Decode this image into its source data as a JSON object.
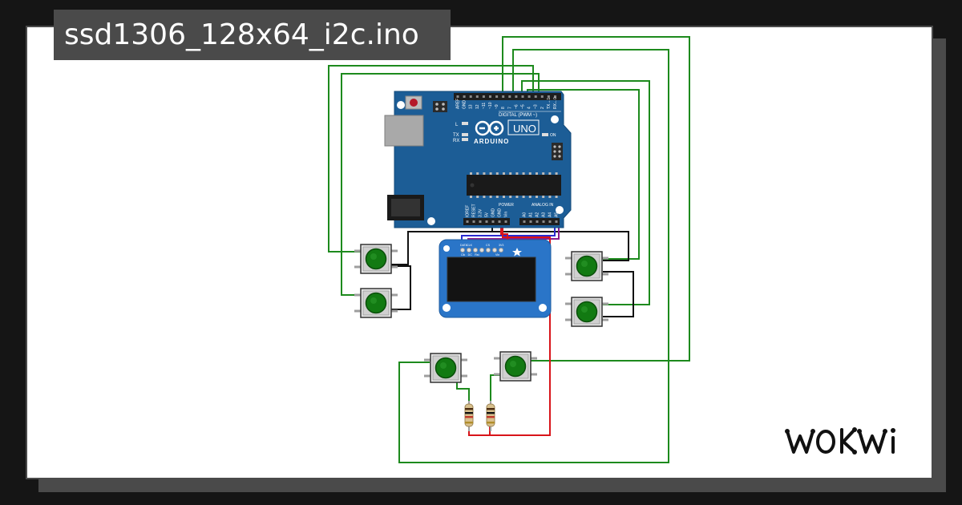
{
  "project": {
    "filename": "ssd1306_128x64_i2c.ino"
  },
  "arduino": {
    "model": "UNO",
    "brand": "ARDUINO",
    "digital_header_label": "DIGITAL (PWM ~)",
    "power_label": "POWER",
    "analog_label": "ANALOG IN",
    "on_label": "ON",
    "l_label": "L",
    "tx_label": "TX",
    "rx_label": "RX",
    "digital_pins": [
      "AREF",
      "GND",
      "13",
      "12",
      "~11",
      "~10",
      "~9",
      "8",
      "7",
      "~6",
      "~5",
      "4",
      "~3",
      "2",
      "TX→1",
      "RX←0"
    ],
    "power_pins": [
      "IOREF",
      "RESET",
      "3.3V",
      "5V",
      "GND",
      "GND",
      "Vin"
    ],
    "analog_pins": [
      "A0",
      "A1",
      "A2",
      "A3",
      "A4",
      "A5"
    ]
  },
  "oled": {
    "pin_labels_top": [
      "DATA",
      "CLK",
      "",
      "",
      "CS",
      "",
      "3V3"
    ],
    "pin_labels_bottom": [
      "Clk",
      "DC",
      "Rst",
      "",
      "",
      "Vin"
    ]
  },
  "logo": {
    "text": "WOKWI"
  },
  "wire_colors": {
    "green": "#1d8a1d",
    "red": "#d8141a",
    "black": "#111111",
    "blue": "#2b2bd1",
    "purple": "#8a1a8a"
  }
}
